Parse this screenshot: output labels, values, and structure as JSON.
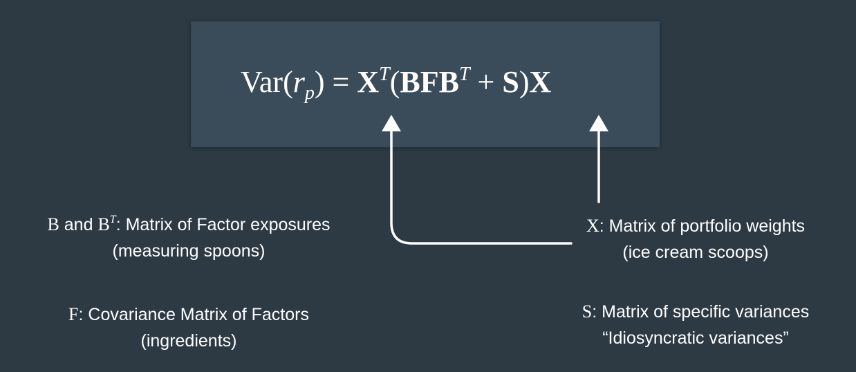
{
  "formula": {
    "var": "Var",
    "lparen": "(",
    "r": "r",
    "p": "p",
    "rparen_eq": ") = ",
    "X1": "X",
    "T1": "T",
    "open": "(",
    "BFB": "BFB",
    "T2": "T",
    "plus": " + ",
    "S": "S",
    "close": ")",
    "X2": "X"
  },
  "labels": {
    "b": {
      "sym1": "B",
      "and": " and ",
      "sym2": "B",
      "sup": "T",
      "text": ": Matrix of Factor exposures",
      "line2": "(measuring spoons)"
    },
    "f": {
      "sym": "F",
      "text": ": Covariance Matrix of Factors",
      "line2": "(ingredients)"
    },
    "x": {
      "sym": "X",
      "text": ": Matrix of portfolio weights",
      "line2": "(ice cream scoops)"
    },
    "s": {
      "sym": "S",
      "text": ": Matrix of specific variances",
      "line2": "“Idiosyncratic variances”"
    }
  },
  "colors": {
    "background": "#2d3a44",
    "formula_box": "#3a4b5a",
    "arrow": "#ffffff"
  }
}
